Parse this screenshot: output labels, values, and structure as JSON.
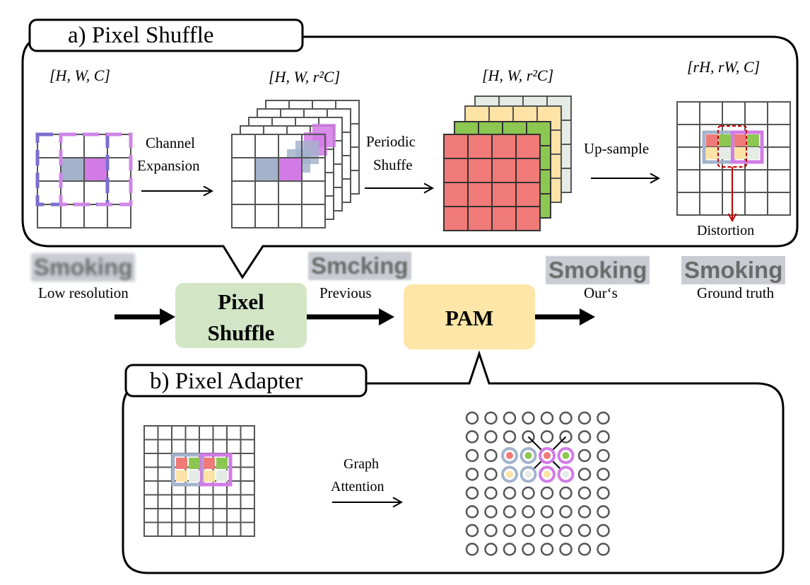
{
  "panels": {
    "pixel_shuffle_title": "a) Pixel Shuffle",
    "pixel_adapter_title": "b) Pixel Adapter"
  },
  "dims": {
    "input": "[H, W, C]",
    "expanded": "[H, W, r²C]",
    "shuffled": "[H, W, r²C]",
    "output": "[rH, rW, C]"
  },
  "steps": {
    "channel_expansion": [
      "Channel",
      "Expansion"
    ],
    "periodic_shuffle": [
      "Periodic",
      "Shuffe"
    ],
    "up_sample": "Up-sample",
    "distortion": "Distortion",
    "graph_attention": [
      "Graph",
      "Attention"
    ]
  },
  "pipeline": {
    "blocks": {
      "pixel_shuffle": [
        "Pixel",
        "Shuffle"
      ],
      "pam": "PAM"
    },
    "samples": [
      {
        "word": "Smoking",
        "caption": "Low resolution"
      },
      {
        "word": "Smcking",
        "caption": "Previous"
      },
      {
        "word": "Smoking",
        "caption": "Our‘s"
      },
      {
        "word": "Smoking",
        "caption": "Ground truth"
      }
    ]
  },
  "colors": {
    "blue_pixel": "#a3b3cc",
    "purple_pixel": "#d27be6",
    "red_channel": "#f07a78",
    "green_channel": "#8cc751",
    "yellow_channel": "#fde3a6",
    "gray_channel": "#e4ece5",
    "pixel_shuffle_block": "#d2e6c6",
    "pam_block": "#fde6a7",
    "distortion_box": "#c00000"
  },
  "icons": [
    "arrow-right-icon",
    "arrow-down-icon",
    "grid-icon",
    "node-graph-icon"
  ]
}
